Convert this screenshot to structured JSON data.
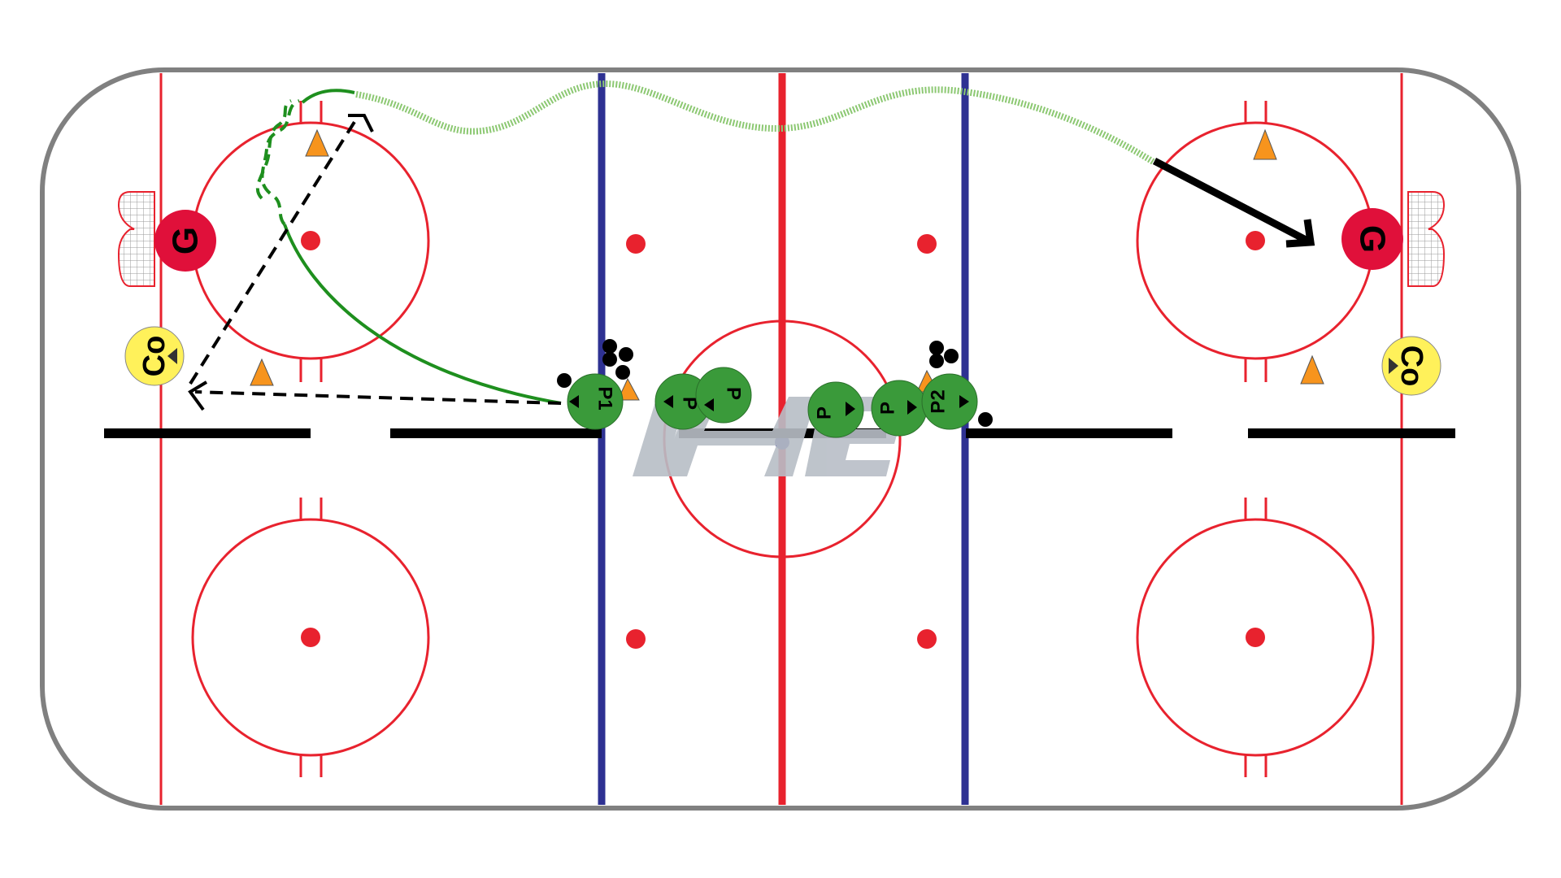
{
  "colors": {
    "board": "#808080",
    "red_line": "#e8222e",
    "blue_line": "#2e3192",
    "player": "#3a9a3a",
    "goalie": "#e0103a",
    "coach": "#fff15a",
    "cone": "#f7941d",
    "puck": "#000000",
    "skate_path": "#1e8f1e",
    "carry_path": "#8cc872",
    "pass": "#000000",
    "logo": "#b8bec6"
  },
  "players": {
    "p1": "P1",
    "p2": "P2",
    "p_generic": "P"
  },
  "goalies": {
    "left": "G",
    "right": "G"
  },
  "coaches": {
    "left": "Co",
    "right": "Co"
  },
  "icons": {
    "cone": "cone-icon",
    "puck": "puck-icon",
    "net": "net-icon",
    "logo": "logo-mark"
  }
}
